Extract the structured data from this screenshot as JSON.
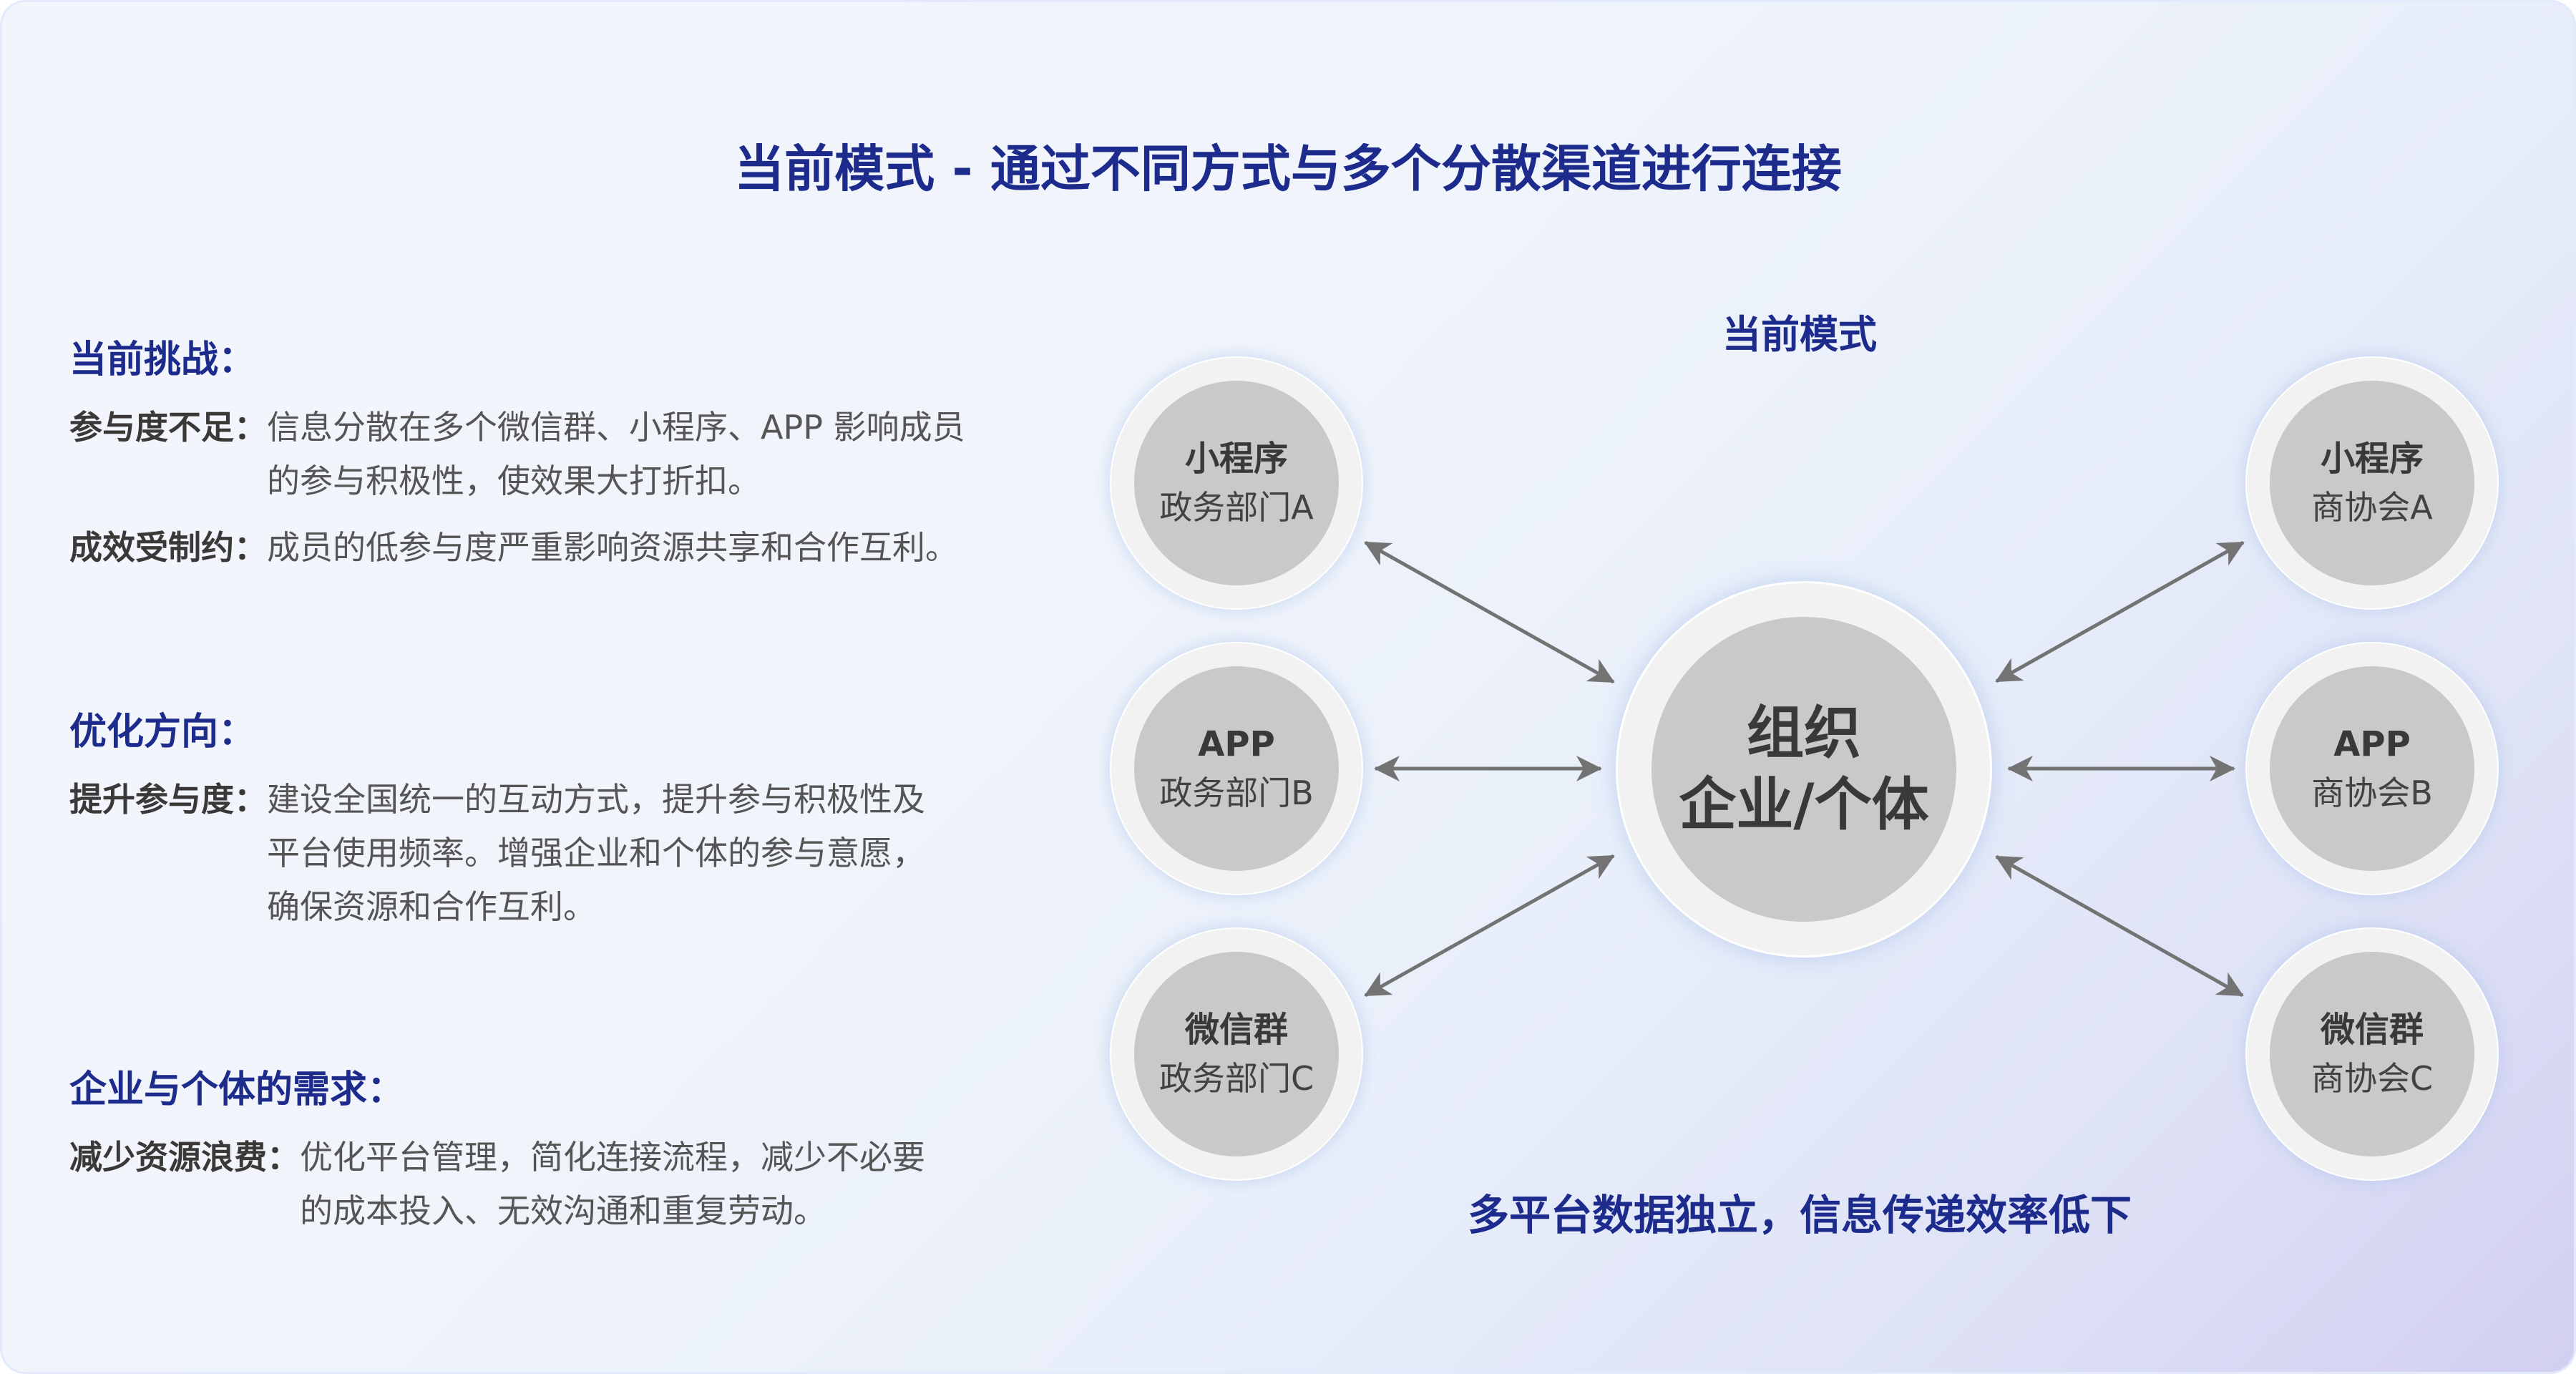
{
  "title": "当前模式 - 通过不同方式与多个分散渠道进行连接",
  "left_panel": {
    "sections": [
      {
        "heading": "当前挑战：",
        "rows": [
          {
            "label": "参与度不足：",
            "lines": [
              "信息分散在多个微信群、小程序、APP 影响成员",
              "的参与积极性，使效果大打折扣。"
            ]
          },
          {
            "label": "成效受制约：",
            "lines": [
              "成员的低参与度严重影响资源共享和合作互利。"
            ]
          }
        ]
      },
      {
        "heading": "优化方向：",
        "rows": [
          {
            "label": "提升参与度：",
            "lines": [
              "建设全国统一的互动方式，提升参与积极性及",
              "平台使用频率。增强企业和个体的参与意愿，",
              "确保资源和合作互利。"
            ]
          }
        ]
      },
      {
        "heading": "企业与个体的需求：",
        "rows": [
          {
            "label": "减少资源浪费：",
            "lines": [
              "优化平台管理，简化连接流程，减少不必要",
              "的成本投入、无效沟通和重复劳动。"
            ]
          }
        ]
      }
    ]
  },
  "diagram": {
    "subtitle": "当前模式",
    "caption": "多平台数据独立，信息传递效率低下",
    "center": {
      "line1": "组织",
      "line2": "企业/个体"
    },
    "left_nodes": [
      {
        "label": "小程序",
        "sub": "政务部门A"
      },
      {
        "label": "APP",
        "sub": "政务部门B"
      },
      {
        "label": "微信群",
        "sub": "政务部门C"
      }
    ],
    "right_nodes": [
      {
        "label": "小程序",
        "sub": "商协会A"
      },
      {
        "label": "APP",
        "sub": "商协会B"
      },
      {
        "label": "微信群",
        "sub": "商协会C"
      }
    ],
    "arrow_style": "bidirectional",
    "colors": {
      "heading": "#1c2b8c",
      "node_ring": "#f2f2f2",
      "node_fill": "#c8c9c8",
      "node_text": "#3b3838",
      "arrow": "#737373"
    }
  }
}
